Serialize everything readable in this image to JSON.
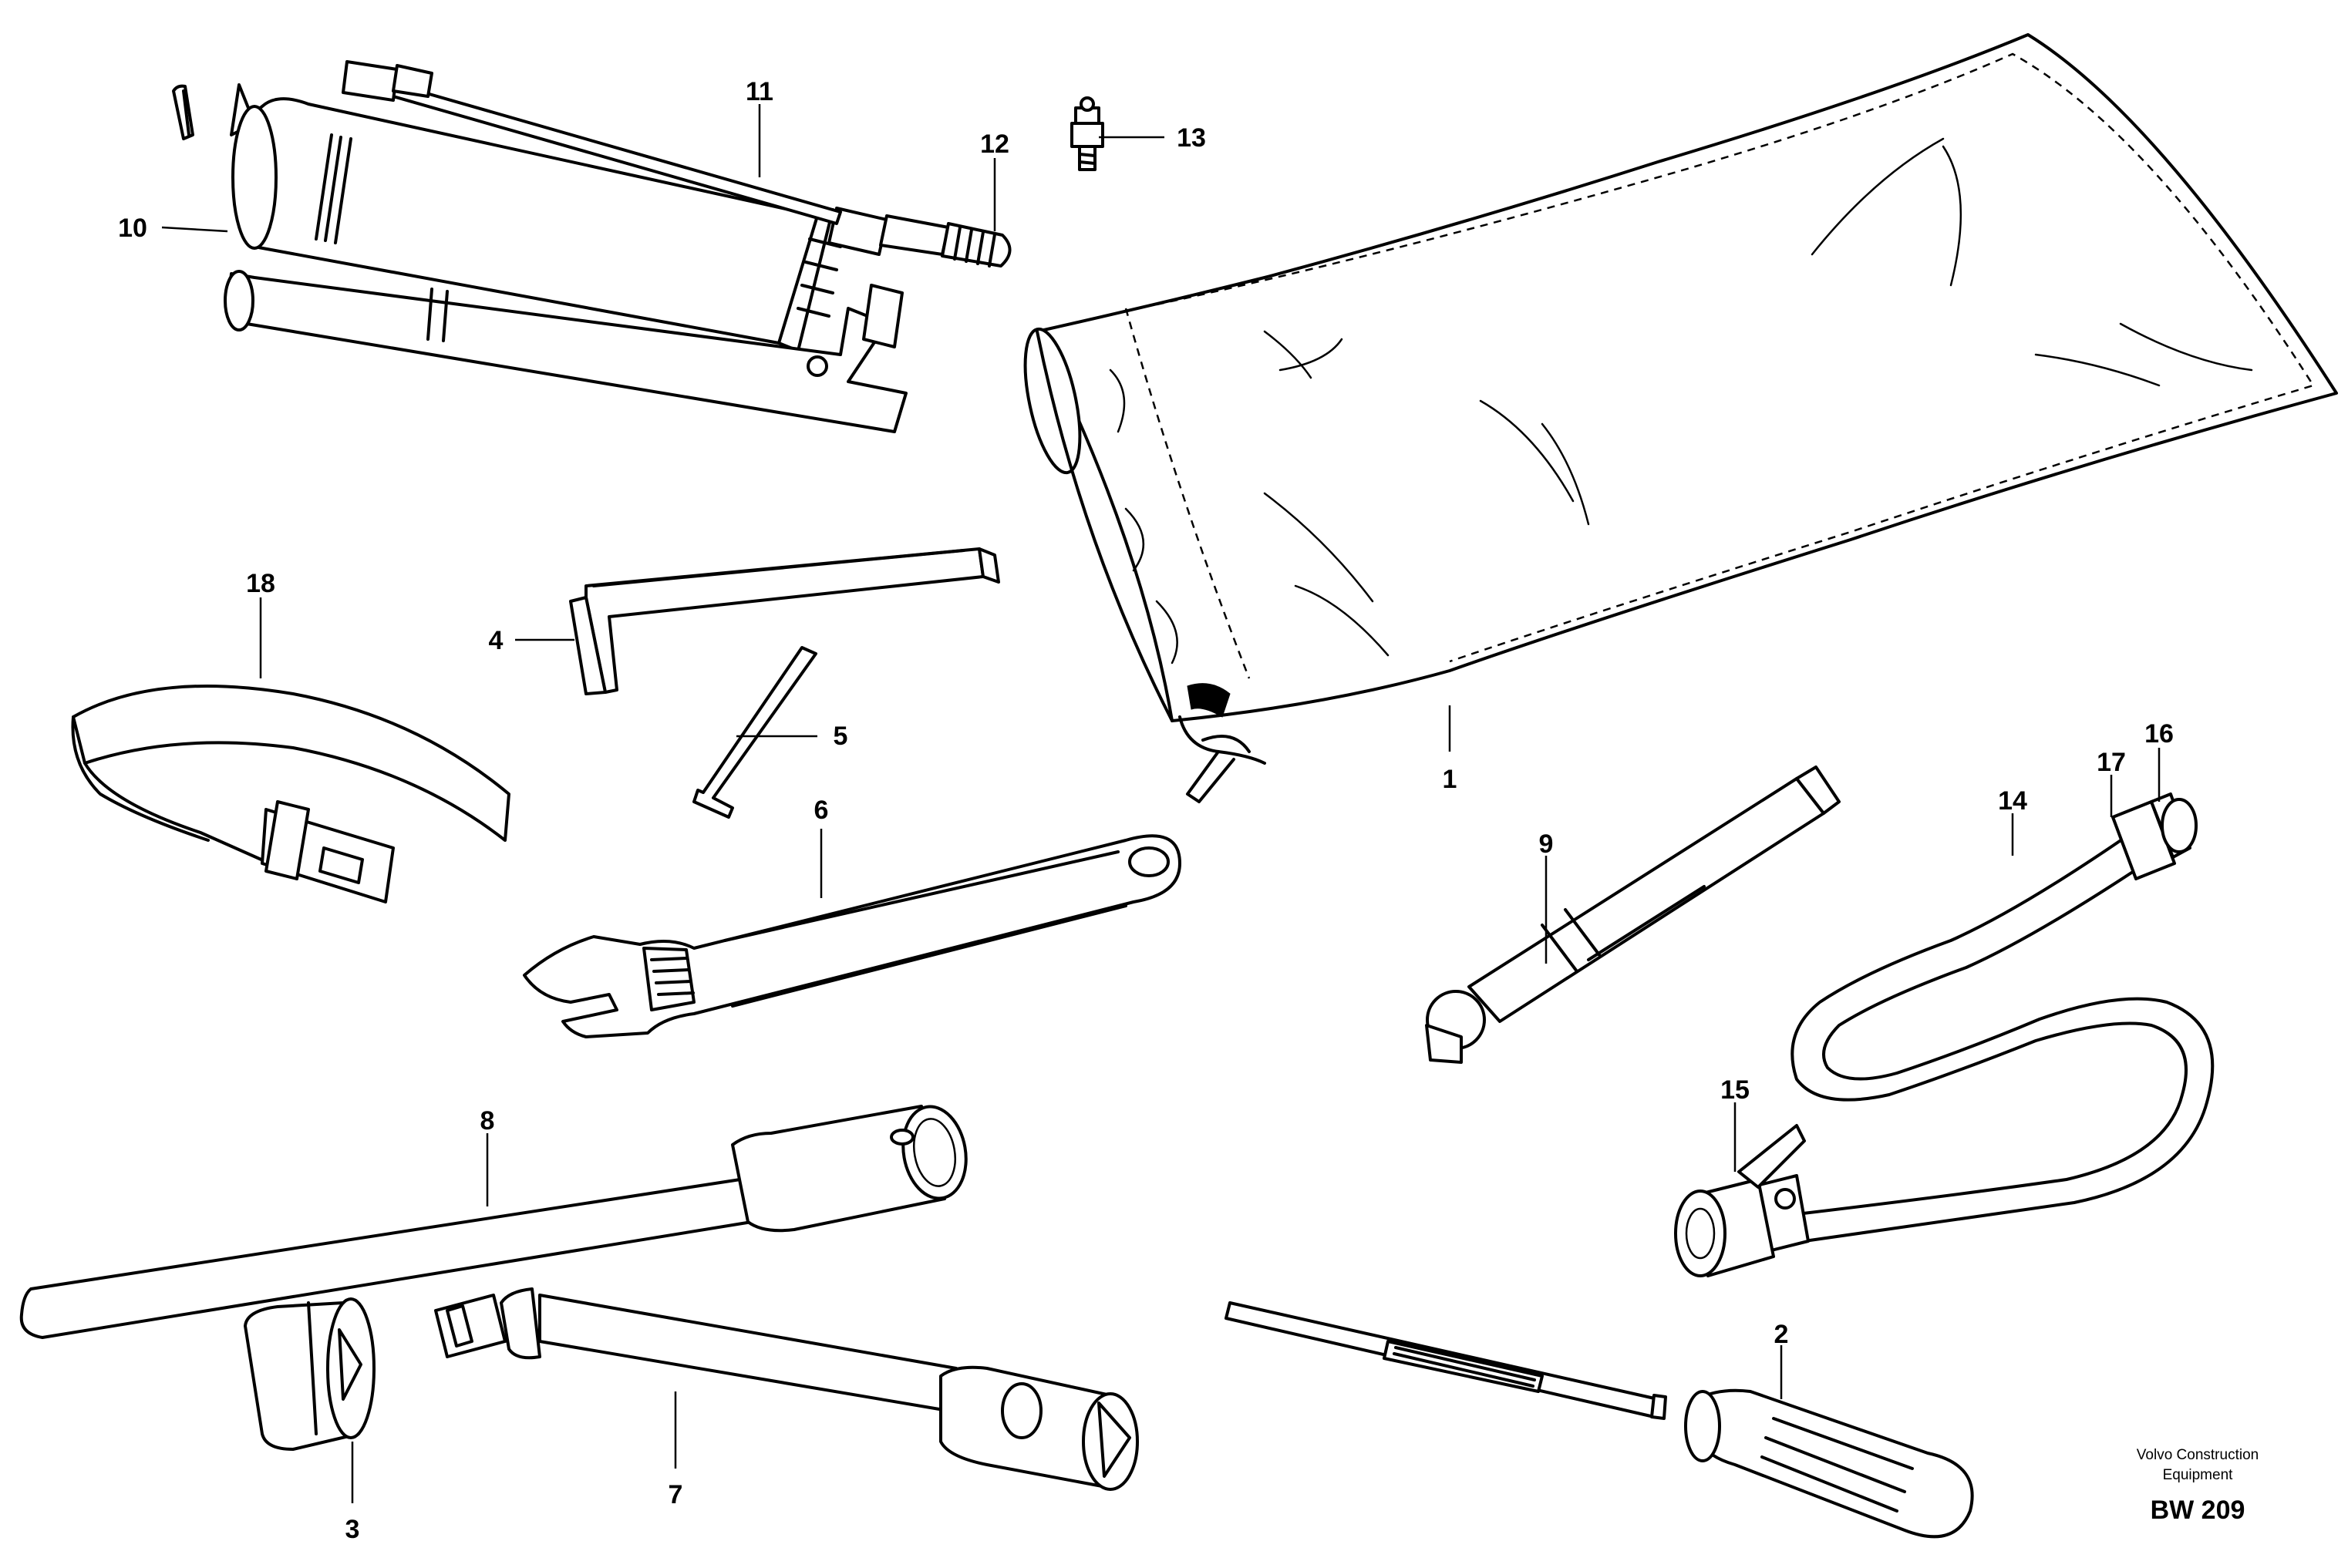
{
  "diagram": {
    "callouts": [
      "1",
      "2",
      "3",
      "4",
      "5",
      "6",
      "7",
      "8",
      "9",
      "10",
      "11",
      "12",
      "13",
      "14",
      "15",
      "16",
      "17",
      "18"
    ],
    "credit_line1": "Volvo Construction",
    "credit_line2": "Equipment",
    "figure_code": "BW 209"
  }
}
